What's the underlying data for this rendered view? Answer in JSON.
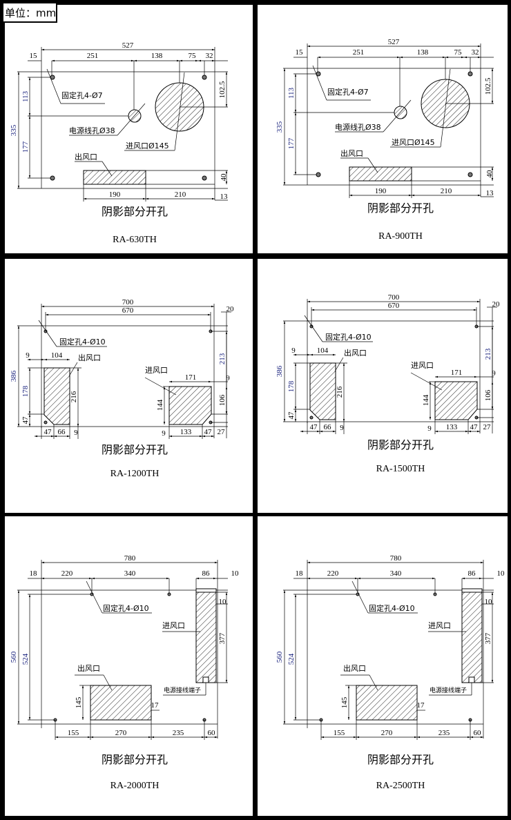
{
  "unit_label": "单位：mm",
  "panels": [
    {
      "model": "RA-630TH",
      "caption": "阴影部分开孔",
      "dims": [
        "527",
        "15",
        "251",
        "138",
        "75",
        "32",
        "335",
        "113",
        "177",
        "102.5",
        "40",
        "13",
        "190",
        "210"
      ],
      "labels": [
        "固定孔4-Ø7",
        "电源线孔Ø38",
        "进风口Ø145",
        "出风口"
      ]
    },
    {
      "model": "RA-900TH",
      "caption": "阴影部分开孔",
      "dims": [
        "527",
        "15",
        "251",
        "138",
        "75",
        "32",
        "335",
        "113",
        "177",
        "102.5",
        "40",
        "13",
        "190",
        "210"
      ],
      "labels": [
        "固定孔4-Ø7",
        "电源线孔Ø38",
        "进风口Ø145",
        "出风口"
      ]
    },
    {
      "model": "RA-1200TH",
      "caption": "阴影部分开孔",
      "dims": [
        "700",
        "670",
        "20",
        "386",
        "178",
        "47",
        "9",
        "104",
        "216",
        "47",
        "66",
        "9",
        "144",
        "171",
        "9",
        "213",
        "106",
        "27",
        "9",
        "133",
        "47"
      ],
      "labels": [
        "固定孔4-Ø10",
        "出风口",
        "进风口"
      ]
    },
    {
      "model": "RA-1500TH",
      "caption": "阴影部分开孔",
      "dims": [
        "700",
        "670",
        "20",
        "386",
        "178",
        "47",
        "9",
        "104",
        "216",
        "47",
        "66",
        "9",
        "144",
        "171",
        "9",
        "213",
        "106",
        "27",
        "9",
        "133",
        "47"
      ],
      "labels": [
        "固定孔4-Ø10",
        "出风口",
        "进风口"
      ]
    },
    {
      "model": "RA-2000TH",
      "caption": "阴影部分开孔",
      "dims": [
        "780",
        "18",
        "220",
        "340",
        "86",
        "10",
        "560",
        "524",
        "10",
        "377",
        "145",
        "17",
        "155",
        "270",
        "235",
        "60"
      ],
      "labels": [
        "固定孔4-Ø10",
        "进风口",
        "出风口",
        "电源接线端子"
      ]
    },
    {
      "model": "RA-2500TH",
      "caption": "阴影部分开孔",
      "dims": [
        "780",
        "18",
        "220",
        "340",
        "86",
        "10",
        "560",
        "524",
        "10",
        "377",
        "145",
        "17",
        "155",
        "270",
        "235",
        "60"
      ],
      "labels": [
        "固定孔4-Ø10",
        "进风口",
        "出风口",
        "电源接线端子"
      ]
    }
  ]
}
